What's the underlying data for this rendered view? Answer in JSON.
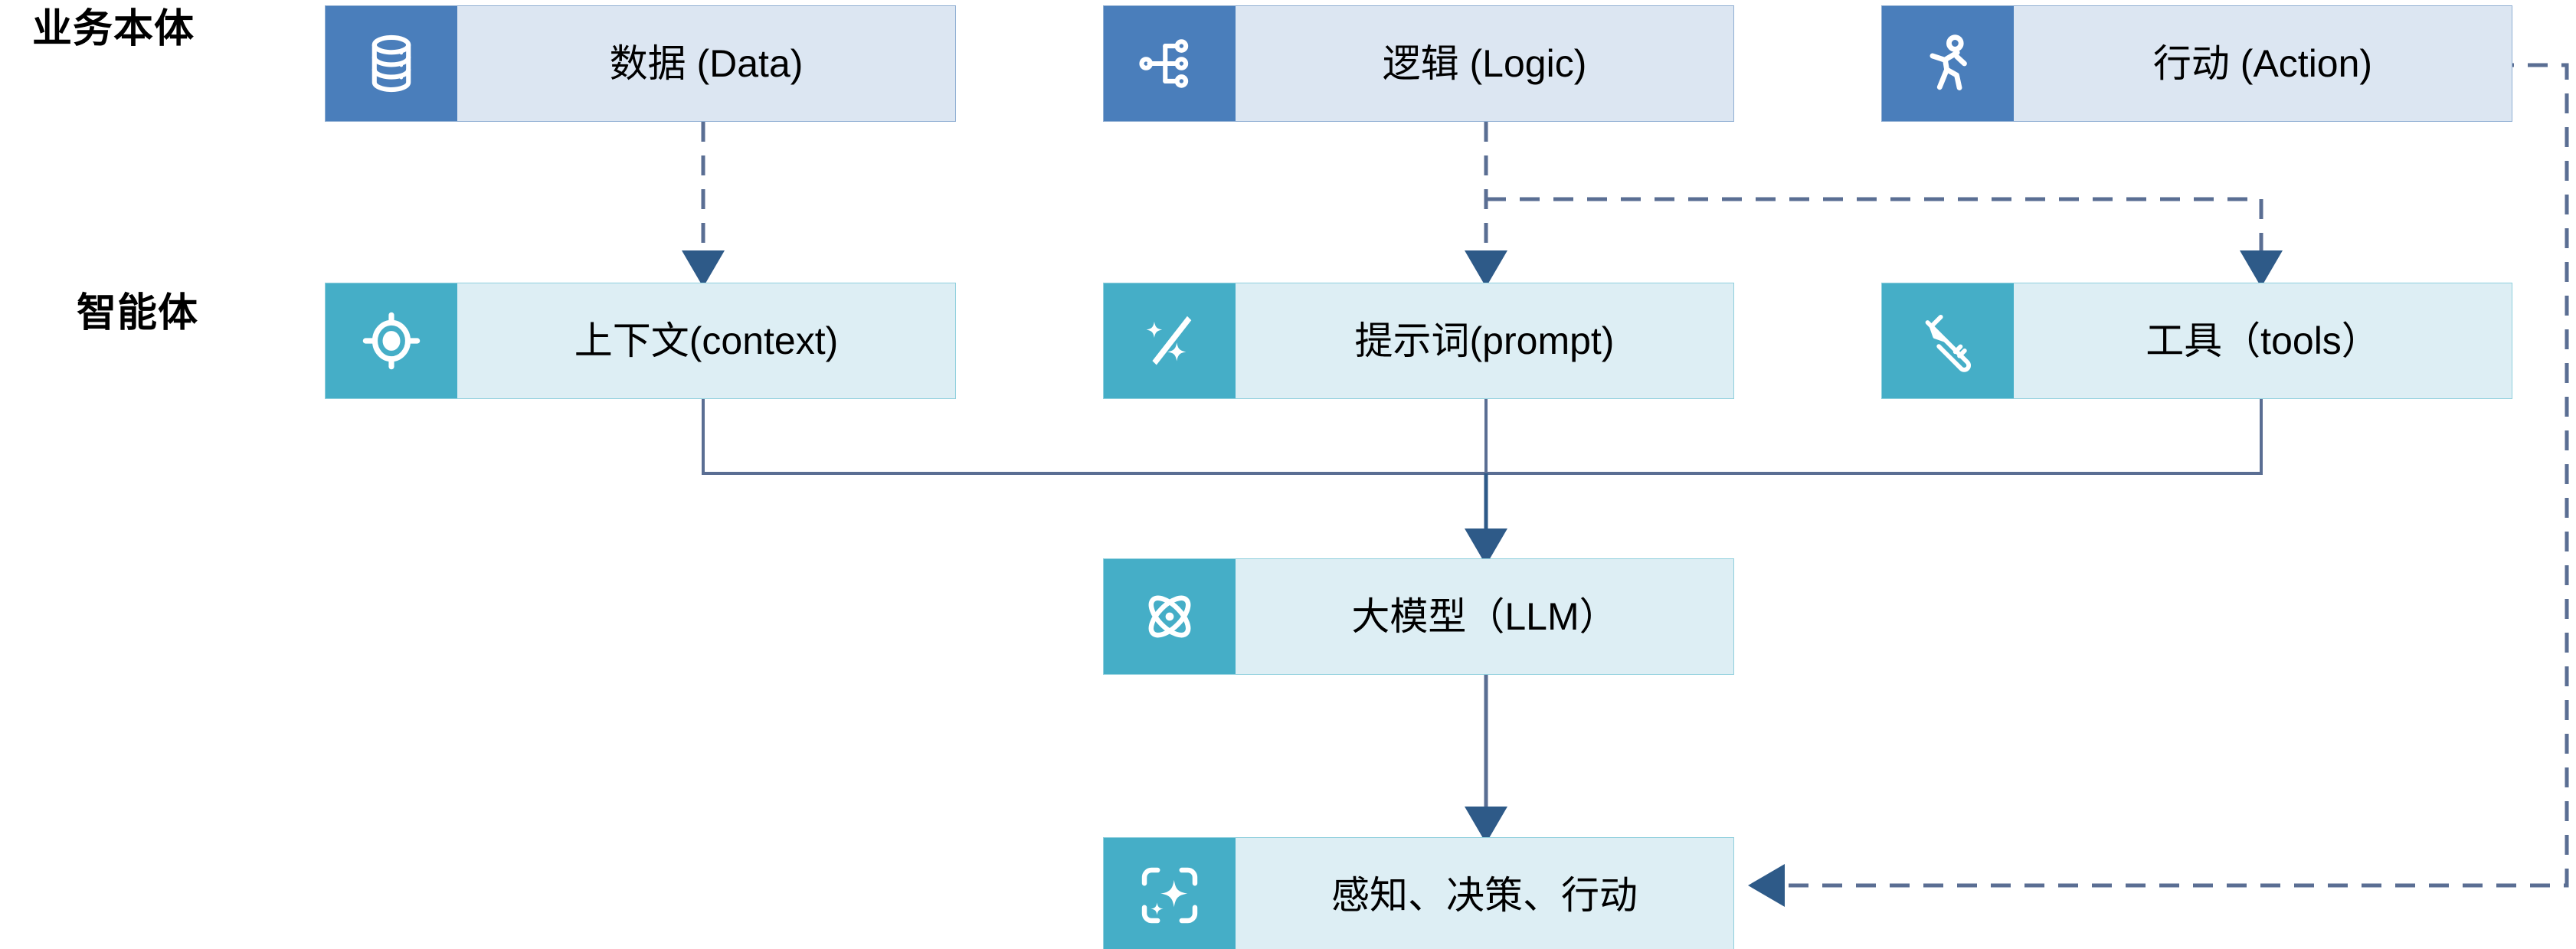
{
  "diagram": {
    "title_rows": [
      {
        "id": "business",
        "label": "业务本体"
      },
      {
        "id": "agent",
        "label": "智能体"
      }
    ],
    "colors": {
      "business_icon_bg": "#4a7ebb",
      "business_body_bg": "#dce6f2",
      "business_border": "#8faed2",
      "agent_icon_bg": "#45aec7",
      "agent_body_bg": "#ddeef4",
      "agent_border": "#8fcfdd",
      "arrow_fill": "#2e5a88",
      "solid_line": "#5a6e93",
      "dashed_line": "#5a6e93",
      "text": "#000000"
    },
    "nodes": {
      "data": {
        "label": "数据 (Data)",
        "icon": "database-icon"
      },
      "logic": {
        "label": "逻辑 (Logic)",
        "icon": "sitemap-icon"
      },
      "action": {
        "label": "行动 (Action)",
        "icon": "running-person-icon"
      },
      "context": {
        "label": "上下文(context)",
        "icon": "target-icon"
      },
      "prompt": {
        "label": "提示词(prompt)",
        "icon": "magic-wand-sparkle-icon"
      },
      "tools": {
        "label": "工具（tools）",
        "icon": "wrench-icon"
      },
      "llm": {
        "label": "大模型（LLM）",
        "icon": "atom-icon"
      },
      "pda": {
        "label": "感知、决策、行动",
        "icon": "ai-sparkle-frame-icon"
      }
    },
    "edges": [
      {
        "id": "data-to-context",
        "from": "data",
        "to": "context",
        "style": "dashed",
        "arrow": "down"
      },
      {
        "id": "logic-to-prompt",
        "from": "logic",
        "to": "prompt",
        "style": "dashed",
        "arrow": "down"
      },
      {
        "id": "logic-to-tools",
        "from": "logic",
        "to": "tools",
        "style": "dashed",
        "arrow": "down"
      },
      {
        "id": "context-to-llm",
        "from": "context",
        "to": "llm",
        "style": "solid",
        "arrow": "down"
      },
      {
        "id": "prompt-to-llm",
        "from": "prompt",
        "to": "llm",
        "style": "solid",
        "arrow": "down"
      },
      {
        "id": "tools-to-llm",
        "from": "tools",
        "to": "llm",
        "style": "solid",
        "arrow": "down"
      },
      {
        "id": "llm-to-pda",
        "from": "llm",
        "to": "pda",
        "style": "solid",
        "arrow": "down"
      },
      {
        "id": "action-to-pda",
        "from": "action",
        "to": "pda",
        "style": "dashed",
        "arrow": "left"
      }
    ]
  }
}
